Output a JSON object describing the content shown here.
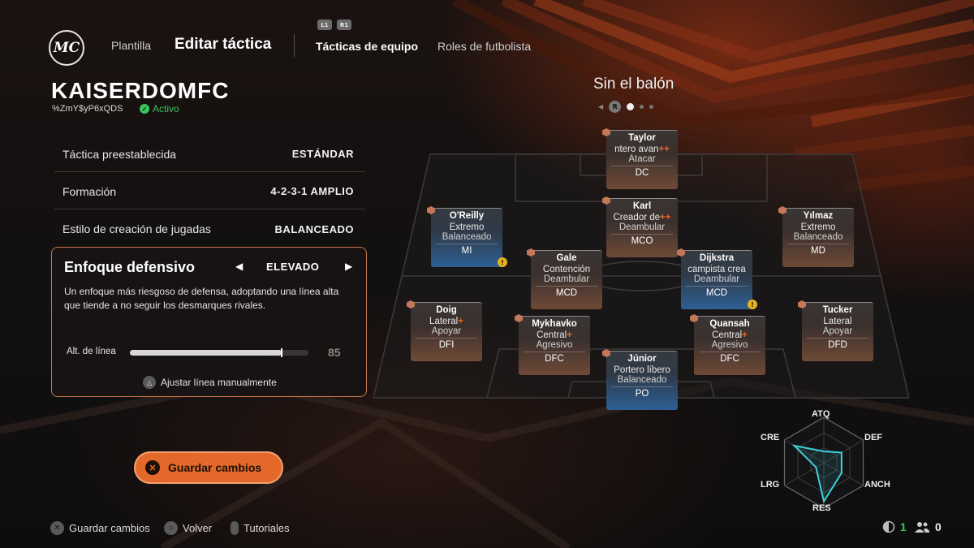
{
  "logo": {
    "text": "MC"
  },
  "nav": {
    "plantilla": "Plantilla",
    "editar_tactica": "Editar táctica",
    "hint_l1": "L1",
    "hint_r1": "R1",
    "tacticas_equipo": "Tácticas de equipo",
    "roles_futbolista": "Roles de futbolista"
  },
  "team": {
    "name": "KAISERDOMFC",
    "code": "%ZmY$yP6xQDS",
    "status": "Activo",
    "status_color": "#3cc55e"
  },
  "settings": {
    "rows": [
      {
        "label": "Táctica preestablecida",
        "value": "ESTÁNDAR"
      },
      {
        "label": "Formación",
        "value": "4-2-3-1 AMPLIO"
      },
      {
        "label": "Estilo de creación de jugadas",
        "value": "BALANCEADO"
      }
    ]
  },
  "defensive": {
    "title": "Enfoque defensivo",
    "value": "ELEVADO",
    "description": "Un enfoque más riesgoso de defensa, adoptando una línea alta que tiende a no seguir los desmarques rivales.",
    "line_label": "Alt. de línea",
    "line_value": "85",
    "line_fraction": 0.85,
    "adjust_label": "Ajustar línea manualmente"
  },
  "save_button": {
    "label": "Guardar cambios",
    "accent": "#e3682a"
  },
  "footer": {
    "save": "Guardar cambios",
    "back": "Volver",
    "tutorials": "Tutoriales"
  },
  "pitch": {
    "title": "Sin el balón",
    "pager_button": "R"
  },
  "players": [
    {
      "name": "Taylor",
      "role": "ntero avan",
      "plus": "++",
      "focus": "Atacar",
      "pos": "DC",
      "color": "brown",
      "warn": false
    },
    {
      "name": "Karl",
      "role": "Creador de",
      "plus": "++",
      "focus": "Deambular",
      "pos": "MCO",
      "color": "brown",
      "warn": false
    },
    {
      "name": "O'Reilly",
      "role": "Extremo",
      "plus": "",
      "focus": "Balanceado",
      "pos": "MI",
      "color": "blue",
      "warn": true
    },
    {
      "name": "Yılmaz",
      "role": "Extremo",
      "plus": "",
      "focus": "Balanceado",
      "pos": "MD",
      "color": "brown",
      "warn": false
    },
    {
      "name": "Gale",
      "role": "Contención",
      "plus": "",
      "focus": "Deambular",
      "pos": "MCD",
      "color": "brown",
      "warn": false
    },
    {
      "name": "Dijkstra",
      "role": "campista crea",
      "plus": "",
      "focus": "Deambular",
      "pos": "MCD",
      "color": "blue",
      "warn": true
    },
    {
      "name": "Doig",
      "role": "Lateral",
      "plus": "+",
      "focus": "Apoyar",
      "pos": "DFI",
      "color": "brown",
      "warn": false
    },
    {
      "name": "Tucker",
      "role": "Lateral",
      "plus": "",
      "focus": "Apoyar",
      "pos": "DFD",
      "color": "brown",
      "warn": false
    },
    {
      "name": "Mykhavko",
      "role": "Central",
      "plus": "+",
      "focus": "Agresivo",
      "pos": "DFC",
      "color": "brown",
      "warn": false
    },
    {
      "name": "Quansah",
      "role": "Central",
      "plus": "+",
      "focus": "Agresivo",
      "pos": "DFC",
      "color": "brown",
      "warn": false
    },
    {
      "name": "Júnior",
      "role": "Portero líbero",
      "plus": "",
      "focus": "Balanceado",
      "pos": "PO",
      "color": "blue",
      "warn": false
    }
  ],
  "radar": {
    "labels": {
      "atq": "ATQ",
      "def": "DEF",
      "anch": "ANCH",
      "res": "RES",
      "lrg": "LRG",
      "cre": "CRE"
    },
    "values": {
      "atq": 0.25,
      "def": 0.45,
      "anch": 0.45,
      "res": 0.85,
      "lrg": 0.2,
      "cre": 0.75
    },
    "stroke_color": "#3fd0d8"
  },
  "counters": {
    "first": "1",
    "first_color": "#3cc55e",
    "second": "0"
  }
}
